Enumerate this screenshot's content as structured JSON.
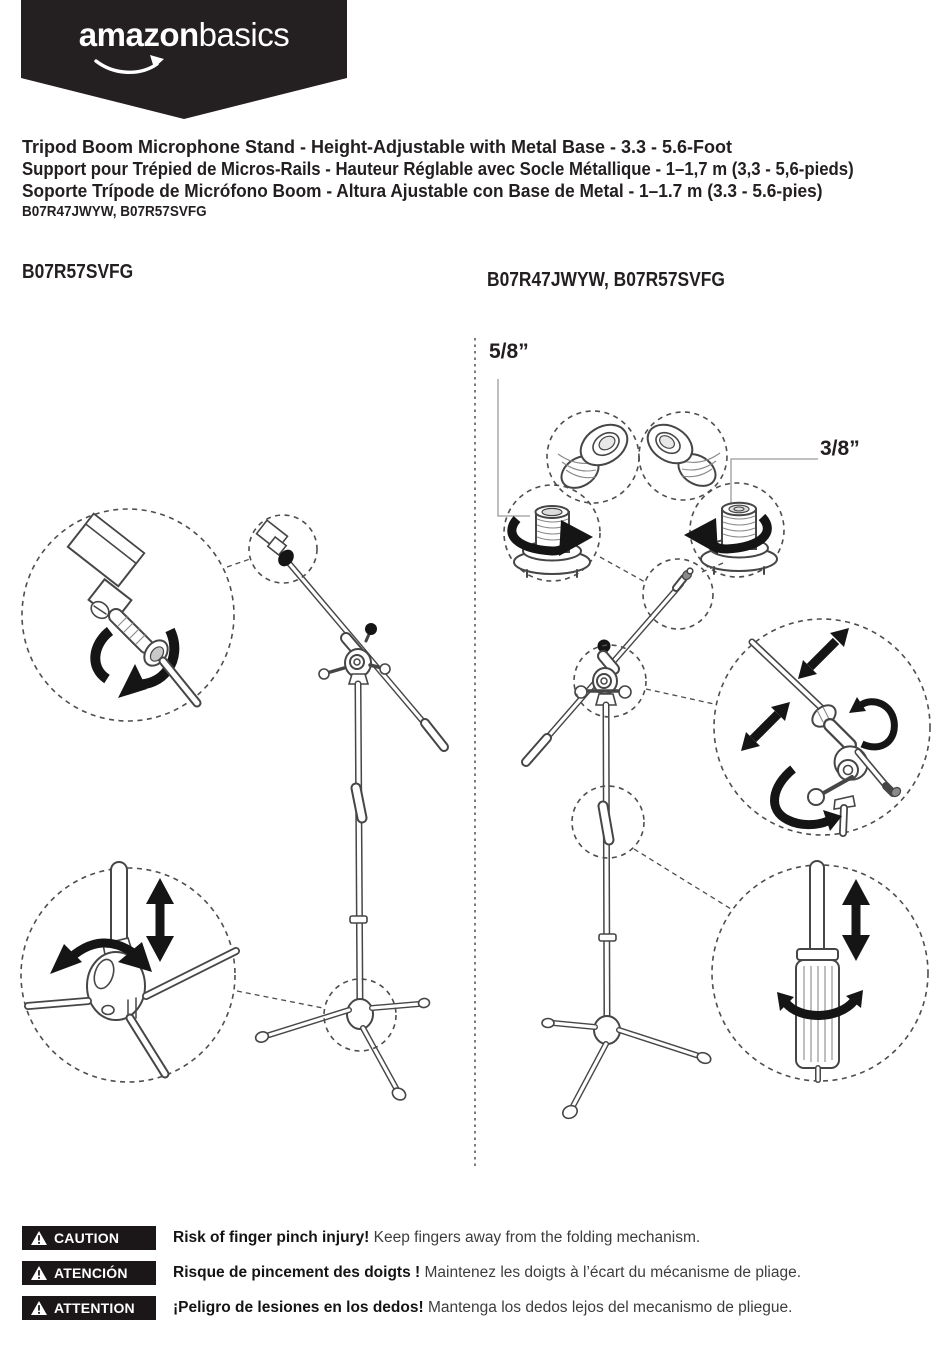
{
  "brand": {
    "logo_bold": "amazon",
    "logo_light": "basics"
  },
  "header": {
    "title_en": "Tripod Boom Microphone Stand - Height-Adjustable with Metal Base - 3.3 - 5.6-Foot",
    "title_fr": "Support pour Trépied de Micros-Rails - Hauteur Réglable avec Socle Métallique - 1–1,7 m (3,3 - 5,6-pieds)",
    "title_es": "Soporte Trípode de Micrófono Boom - Altura Ajustable con Base de Metal - 1–1.7 m (3.3 - 5.6-pies)",
    "models": "B07R47JWYW, B07R57SVFG"
  },
  "sections": {
    "left_model": "B07R57SVFG",
    "right_models": "B07R47JWYW, B07R57SVFG"
  },
  "diagram": {
    "label_5_8": "5/8”",
    "label_3_8": "3/8”"
  },
  "cautions": [
    {
      "label": "CAUTION",
      "bold": "Risk of finger pinch injury!",
      "text": " Keep fingers away from the folding mechanism."
    },
    {
      "label": "ATENCIÓN",
      "bold": "Risque de pincement des doigts !",
      "text": " Maintenez les doigts à l’écart du mécanisme de pliage."
    },
    {
      "label": "ATTENTION",
      "bold": "¡Peligro de lesiones en los dedos!",
      "text": " Mantenga los dedos lejos del mecanismo de pliegue."
    }
  ],
  "colors": {
    "ink": "#231f20",
    "line": "#464646",
    "banner": "#241f20",
    "arrow": "#151515"
  }
}
